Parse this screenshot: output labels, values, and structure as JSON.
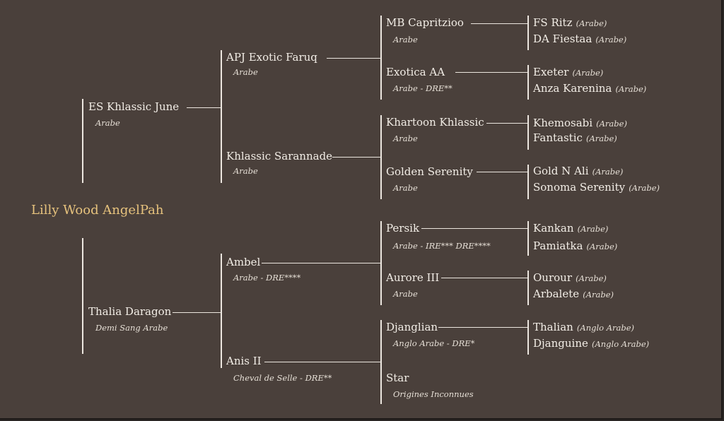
{
  "subject": {
    "name": "Lilly Wood AngelPah"
  },
  "sire": {
    "name": "ES Khlassic June",
    "breed": "Arabe",
    "sire": {
      "name": "APJ Exotic Faruq",
      "breed": "Arabe",
      "sire": {
        "name": "MB Capritzioo",
        "breed": "Arabe",
        "sire": {
          "name": "FS Ritz",
          "breed": "(Arabe)"
        },
        "dam": {
          "name": "DA Fiestaa",
          "breed": "(Arabe)"
        }
      },
      "dam": {
        "name": "Exotica AA",
        "breed": "Arabe - DRE**",
        "sire": {
          "name": "Exeter",
          "breed": "(Arabe)"
        },
        "dam": {
          "name": "Anza Karenina",
          "breed": "(Arabe)"
        }
      }
    },
    "dam": {
      "name": "Khlassic Sarannade",
      "breed": "Arabe",
      "sire": {
        "name": "Khartoon Khlassic",
        "breed": "Arabe",
        "sire": {
          "name": "Khemosabi",
          "breed": "(Arabe)"
        },
        "dam": {
          "name": "Fantastic",
          "breed": "(Arabe)"
        }
      },
      "dam": {
        "name": "Golden Serenity",
        "breed": "Arabe",
        "sire": {
          "name": "Gold N Ali",
          "breed": "(Arabe)"
        },
        "dam": {
          "name": "Sonoma Serenity",
          "breed": "(Arabe)"
        }
      }
    }
  },
  "dam": {
    "name": "Thalia Daragon",
    "breed": "Demi Sang Arabe",
    "sire": {
      "name": "Ambel",
      "breed": "Arabe - DRE****",
      "sire": {
        "name": "Persik",
        "breed": "Arabe - IRE*** DRE****",
        "sire": {
          "name": "Kankan",
          "breed": "(Arabe)"
        },
        "dam": {
          "name": "Pamiatka",
          "breed": "(Arabe)"
        }
      },
      "dam": {
        "name": "Aurore III",
        "breed": "Arabe",
        "sire": {
          "name": "Ourour",
          "breed": "(Arabe)"
        },
        "dam": {
          "name": "Arbalete",
          "breed": "(Arabe)"
        }
      }
    },
    "dam": {
      "name": "Anis II",
      "breed": "Cheval de Selle - DRE**",
      "sire": {
        "name": "Djanglian",
        "breed": "Anglo Arabe - DRE*",
        "sire": {
          "name": "Thalian",
          "breed": "(Anglo Arabe)"
        },
        "dam": {
          "name": "Djanguine",
          "breed": "(Anglo Arabe)"
        }
      },
      "dam": {
        "name": "Star",
        "breed": "Origines Inconnues"
      }
    }
  },
  "colors": {
    "background": "#4a403b",
    "text": "#f2ede6",
    "subject": "#e6c27d",
    "line": "#ece6df"
  }
}
